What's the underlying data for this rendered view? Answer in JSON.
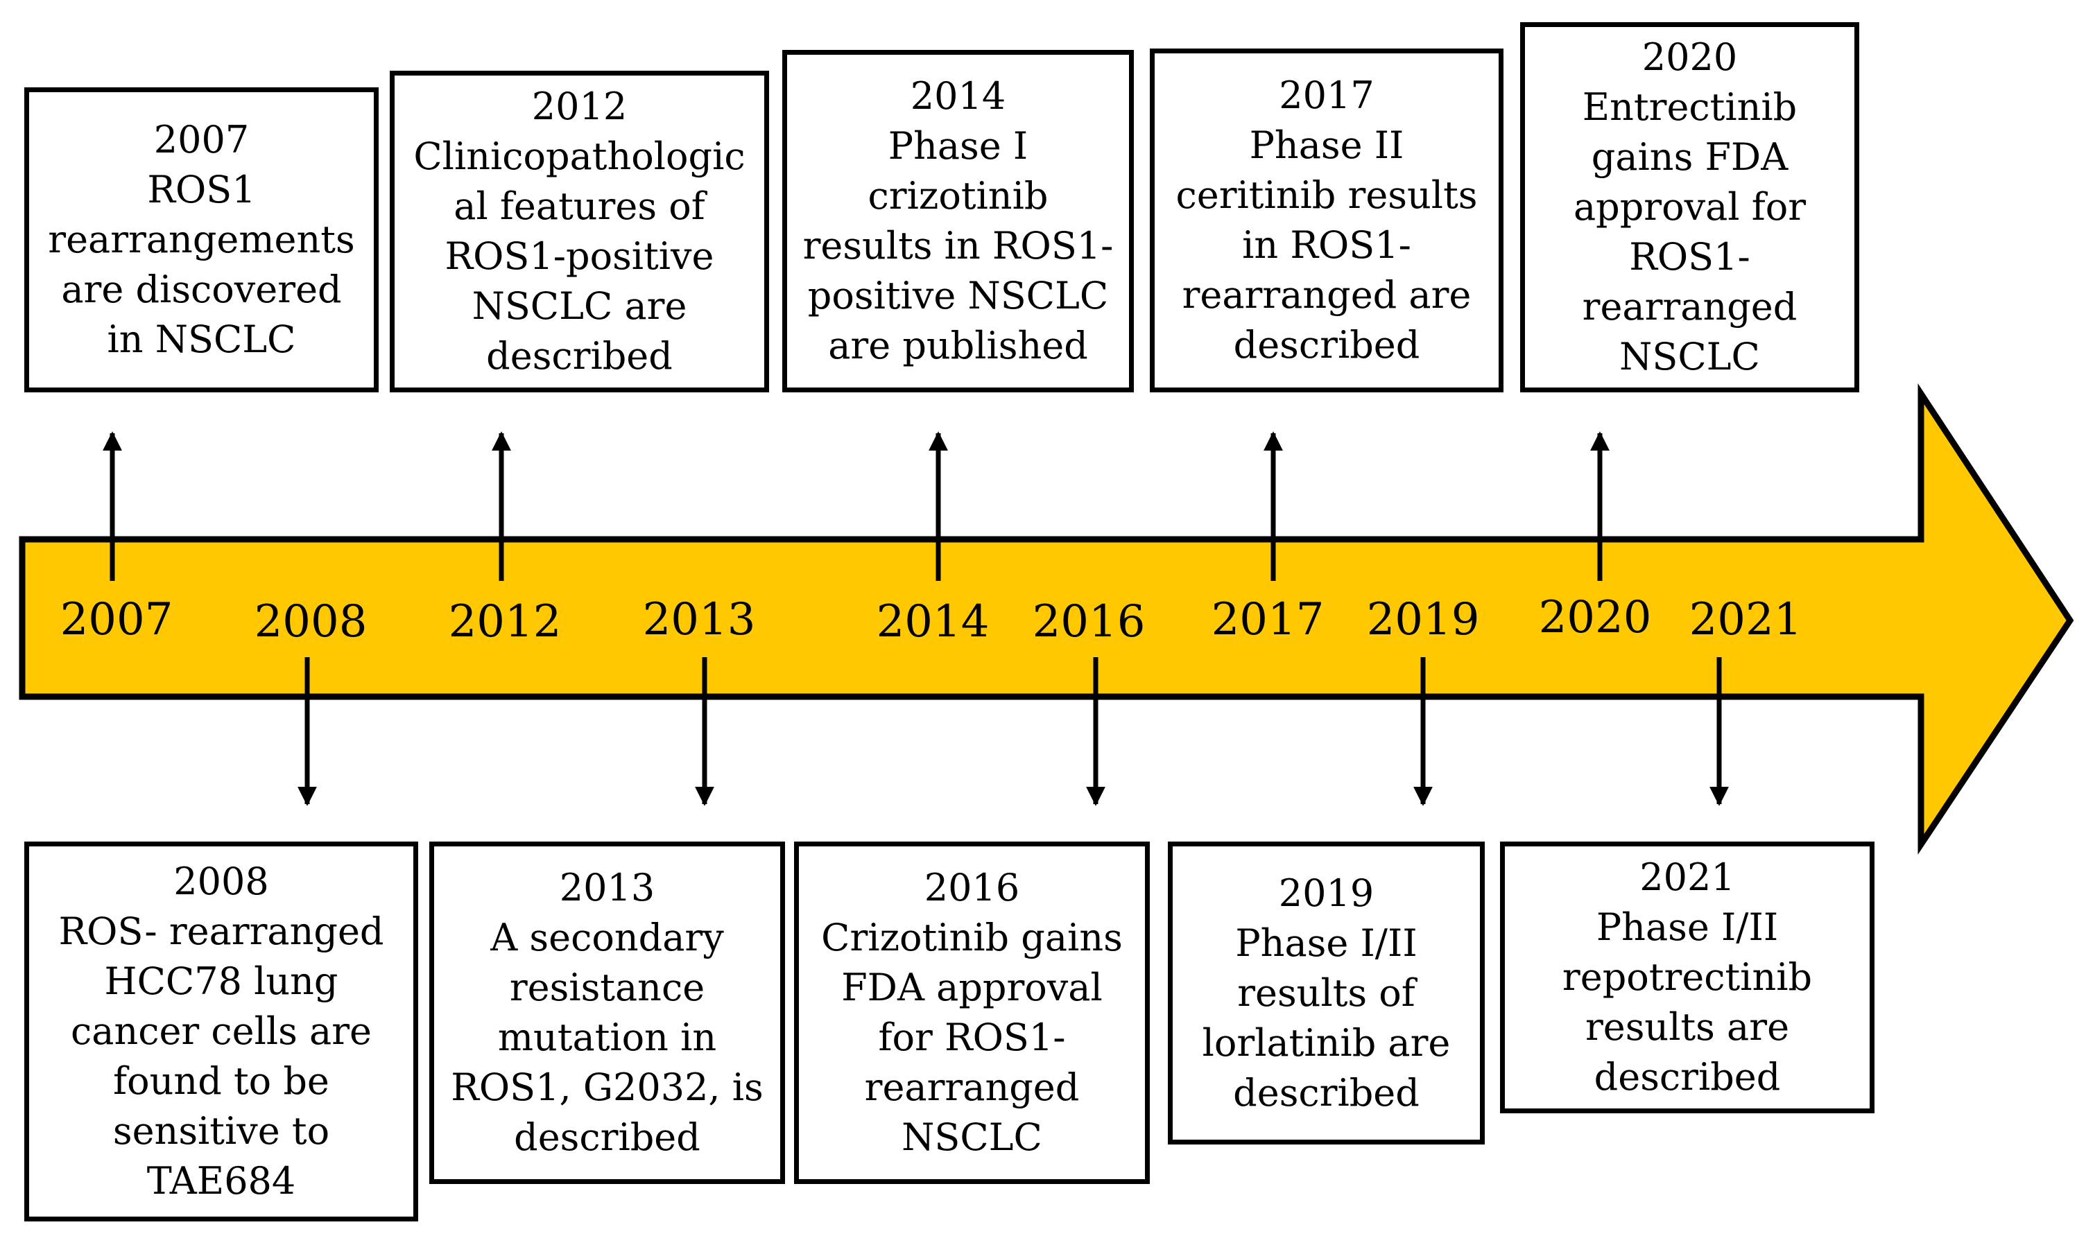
{
  "colors": {
    "arrow_fill": "#FFC800",
    "outline": "#000000",
    "box_fill": "#FFFFFF"
  },
  "timeline": {
    "years": [
      "2007",
      "2008",
      "2012",
      "2013",
      "2014",
      "2016",
      "2017",
      "2019",
      "2020",
      "2021"
    ]
  },
  "events_top": [
    {
      "year": "2007",
      "text": "ROS1\nrearrangements\nare discovered\nin NSCLC"
    },
    {
      "year": "2012",
      "text": "Clinicopathologic\nal features of\nROS1-positive\nNSCLC are\ndescribed"
    },
    {
      "year": "2014",
      "text": "Phase I\ncrizotinib\nresults in ROS1-\npositive NSCLC\nare published"
    },
    {
      "year": "2017",
      "text": "Phase II\nceritinib results\nin ROS1-\nrearranged are\ndescribed"
    },
    {
      "year": "2020",
      "text": "Entrectinib\ngains FDA\napproval for\nROS1-\nrearranged\nNSCLC"
    }
  ],
  "events_bottom": [
    {
      "year": "2008",
      "text": "ROS- rearranged\nHCC78 lung\ncancer cells are\nfound to be\nsensitive to\nTAE684"
    },
    {
      "year": "2013",
      "text": "A secondary\nresistance\nmutation in\nROS1, G2032, is\ndescribed"
    },
    {
      "year": "2016",
      "text": "Crizotinib gains\nFDA approval\nfor ROS1-\nrearranged\nNSCLC"
    },
    {
      "year": "2019",
      "text": "Phase I/II\nresults of\nlorlatinib are\ndescribed"
    },
    {
      "year": "2021",
      "text": "Phase I/II\nrepotrectinib\nresults are\ndescribed"
    }
  ]
}
